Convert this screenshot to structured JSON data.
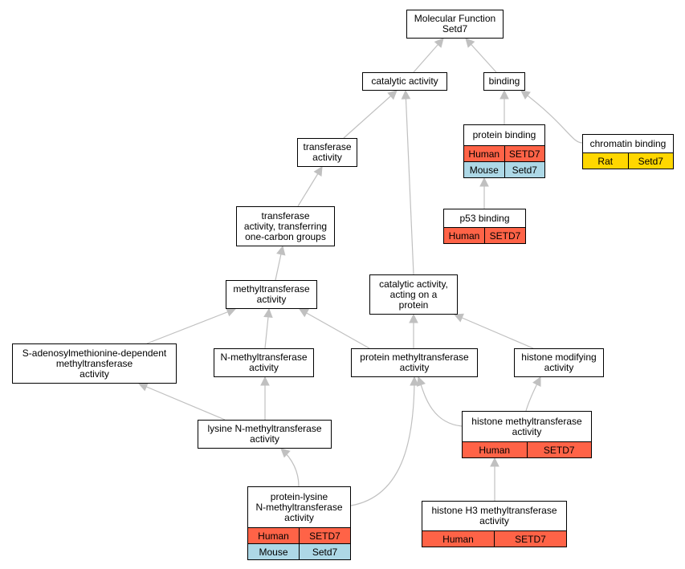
{
  "nodes": {
    "root": {
      "label": "Molecular Function\nSetd7"
    },
    "catalytic": {
      "label": "catalytic activity"
    },
    "binding": {
      "label": "binding"
    },
    "transferase": {
      "label": "transferase\nactivity"
    },
    "protein_binding": {
      "label": "protein binding",
      "rows": [
        {
          "species": "Human",
          "gene": "SETD7"
        },
        {
          "species": "Mouse",
          "gene": "Setd7"
        }
      ]
    },
    "chromatin_binding": {
      "label": "chromatin binding",
      "rows": [
        {
          "species": "Rat",
          "gene": "Setd7"
        }
      ]
    },
    "transferase_onecarbon": {
      "label": "transferase\nactivity, transferring\none-carbon groups"
    },
    "p53_binding": {
      "label": "p53 binding",
      "rows": [
        {
          "species": "Human",
          "gene": "SETD7"
        }
      ]
    },
    "methyltransferase": {
      "label": "methyltransferase\nactivity"
    },
    "catalytic_protein": {
      "label": "catalytic activity,\nacting on a\nprotein"
    },
    "sam_methyltransferase": {
      "label": "S-adenosylmethionine-dependent\nmethyltransferase\nactivity"
    },
    "n_methyltransferase": {
      "label": "N-methyltransferase\nactivity"
    },
    "protein_methyltransferase": {
      "label": "protein methyltransferase\nactivity"
    },
    "histone_modifying": {
      "label": "histone modifying\nactivity"
    },
    "lysine_n_methyltransferase": {
      "label": "lysine N-methyltransferase\nactivity"
    },
    "histone_methyltransferase": {
      "label": "histone methyltransferase\nactivity",
      "rows": [
        {
          "species": "Human",
          "gene": "SETD7"
        }
      ]
    },
    "protein_lysine": {
      "label": "protein-lysine\nN-methyltransferase\nactivity",
      "rows": [
        {
          "species": "Human",
          "gene": "SETD7"
        },
        {
          "species": "Mouse",
          "gene": "Setd7"
        }
      ]
    },
    "histone_h3": {
      "label": "histone H3 methyltransferase\nactivity",
      "rows": [
        {
          "species": "Human",
          "gene": "SETD7"
        }
      ]
    }
  },
  "colors": {
    "Human": "#ff6347",
    "Mouse": "#add8e6",
    "Rat": "#ffd700",
    "edge": "#c0c0c0"
  }
}
